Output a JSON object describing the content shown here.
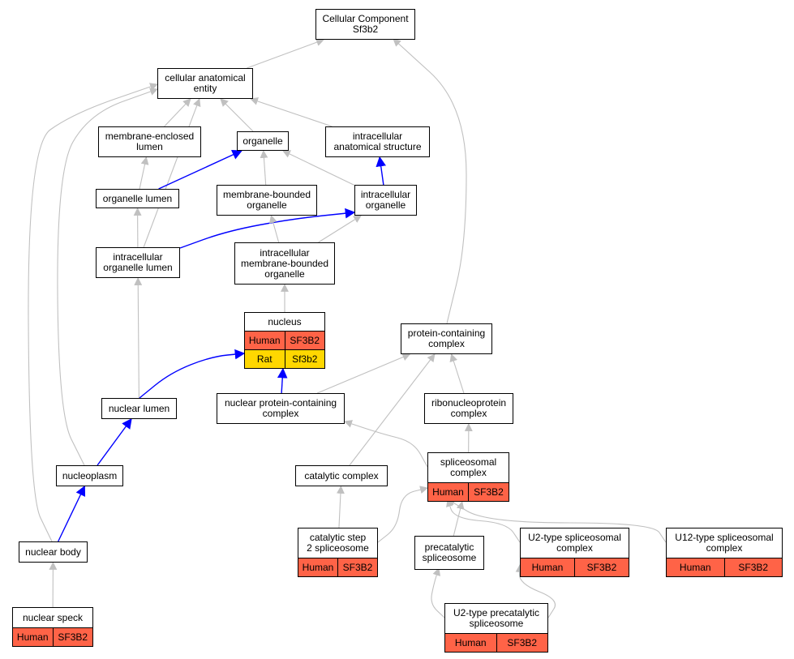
{
  "nodes": {
    "cc": "Cellular Component\nSf3b2",
    "cae": "cellular anatomical\nentity",
    "mel": "membrane-enclosed\nlumen",
    "org": "organelle",
    "ias": "intracellular\nanatomical structure",
    "orglum": "organelle lumen",
    "mbo": "membrane-bounded\norganelle",
    "io": "intracellular\norganelle",
    "iol": "intracellular\norganelle lumen",
    "imbo": "intracellular\nmembrane-bounded\norganelle",
    "nucleus": "nucleus",
    "pcc": "protein-containing\ncomplex",
    "nuclum": "nuclear lumen",
    "npcc": "nuclear protein-containing\ncomplex",
    "rnp": "ribonucleoprotein\ncomplex",
    "nucleoplasm": "nucleoplasm",
    "catc": "catalytic complex",
    "splc": "spliceosomal\ncomplex",
    "nbody": "nuclear body",
    "cs2": "catalytic step\n2 spliceosome",
    "pre": "precatalytic\nspliceosome",
    "u2": "U2-type spliceosomal\ncomplex",
    "u12": "U12-type spliceosomal\ncomplex",
    "nspeck": "nuclear speck",
    "u2pre": "U2-type precatalytic\nspliceosome"
  },
  "annotations": {
    "nucleus": [
      [
        "Human",
        "SF3B2"
      ],
      [
        "Rat",
        "Sf3b2"
      ]
    ],
    "splc": [
      [
        "Human",
        "SF3B2"
      ]
    ],
    "cs2": [
      [
        "Human",
        "SF3B2"
      ]
    ],
    "u2": [
      [
        "Human",
        "SF3B2"
      ]
    ],
    "u12": [
      [
        "Human",
        "SF3B2"
      ]
    ],
    "nspeck": [
      [
        "Human",
        "SF3B2"
      ]
    ],
    "u2pre": [
      [
        "Human",
        "SF3B2"
      ]
    ]
  },
  "edges": [
    {
      "from": "cae",
      "to": "cc",
      "type": "is_a"
    },
    {
      "from": "pcc",
      "to": "cc",
      "type": "is_a"
    },
    {
      "from": "mel",
      "to": "cae",
      "type": "is_a"
    },
    {
      "from": "org",
      "to": "cae",
      "type": "is_a"
    },
    {
      "from": "ias",
      "to": "cae",
      "type": "is_a"
    },
    {
      "from": "iol",
      "to": "cae",
      "type": "is_a"
    },
    {
      "from": "nbody",
      "to": "cae",
      "type": "is_a"
    },
    {
      "from": "orglum",
      "to": "mel",
      "type": "is_a"
    },
    {
      "from": "orglum",
      "to": "org",
      "type": "part_of"
    },
    {
      "from": "mbo",
      "to": "org",
      "type": "is_a"
    },
    {
      "from": "io",
      "to": "org",
      "type": "is_a"
    },
    {
      "from": "io",
      "to": "ias",
      "type": "part_of"
    },
    {
      "from": "iol",
      "to": "orglum",
      "type": "is_a"
    },
    {
      "from": "iol",
      "to": "io",
      "type": "part_of"
    },
    {
      "from": "imbo",
      "to": "mbo",
      "type": "is_a"
    },
    {
      "from": "imbo",
      "to": "io",
      "type": "is_a"
    },
    {
      "from": "nucleus",
      "to": "imbo",
      "type": "is_a"
    },
    {
      "from": "nuclum",
      "to": "iol",
      "type": "is_a"
    },
    {
      "from": "nuclum",
      "to": "nucleus",
      "type": "part_of"
    },
    {
      "from": "npcc",
      "to": "nucleus",
      "type": "part_of"
    },
    {
      "from": "npcc",
      "to": "pcc",
      "type": "is_a"
    },
    {
      "from": "rnp",
      "to": "pcc",
      "type": "is_a"
    },
    {
      "from": "catc",
      "to": "pcc",
      "type": "is_a"
    },
    {
      "from": "nucleoplasm",
      "to": "nuclum",
      "type": "part_of"
    },
    {
      "from": "nucleoplasm",
      "to": "cae",
      "type": "is_a"
    },
    {
      "from": "splc",
      "to": "npcc",
      "type": "is_a"
    },
    {
      "from": "splc",
      "to": "rnp",
      "type": "is_a"
    },
    {
      "from": "nbody",
      "to": "nucleoplasm",
      "type": "part_of"
    },
    {
      "from": "cs2",
      "to": "catc",
      "type": "is_a"
    },
    {
      "from": "cs2",
      "to": "splc",
      "type": "is_a"
    },
    {
      "from": "pre",
      "to": "splc",
      "type": "is_a"
    },
    {
      "from": "u2",
      "to": "splc",
      "type": "is_a"
    },
    {
      "from": "u12",
      "to": "splc",
      "type": "is_a"
    },
    {
      "from": "nspeck",
      "to": "nbody",
      "type": "is_a"
    },
    {
      "from": "u2pre",
      "to": "pre",
      "type": "is_a"
    },
    {
      "from": "u2pre",
      "to": "u2",
      "type": "is_a"
    }
  ],
  "colors": {
    "is_a": "#c0c0c0",
    "part_of": "#0000ff",
    "human": "#ff6347",
    "rat": "#ffd700"
  }
}
